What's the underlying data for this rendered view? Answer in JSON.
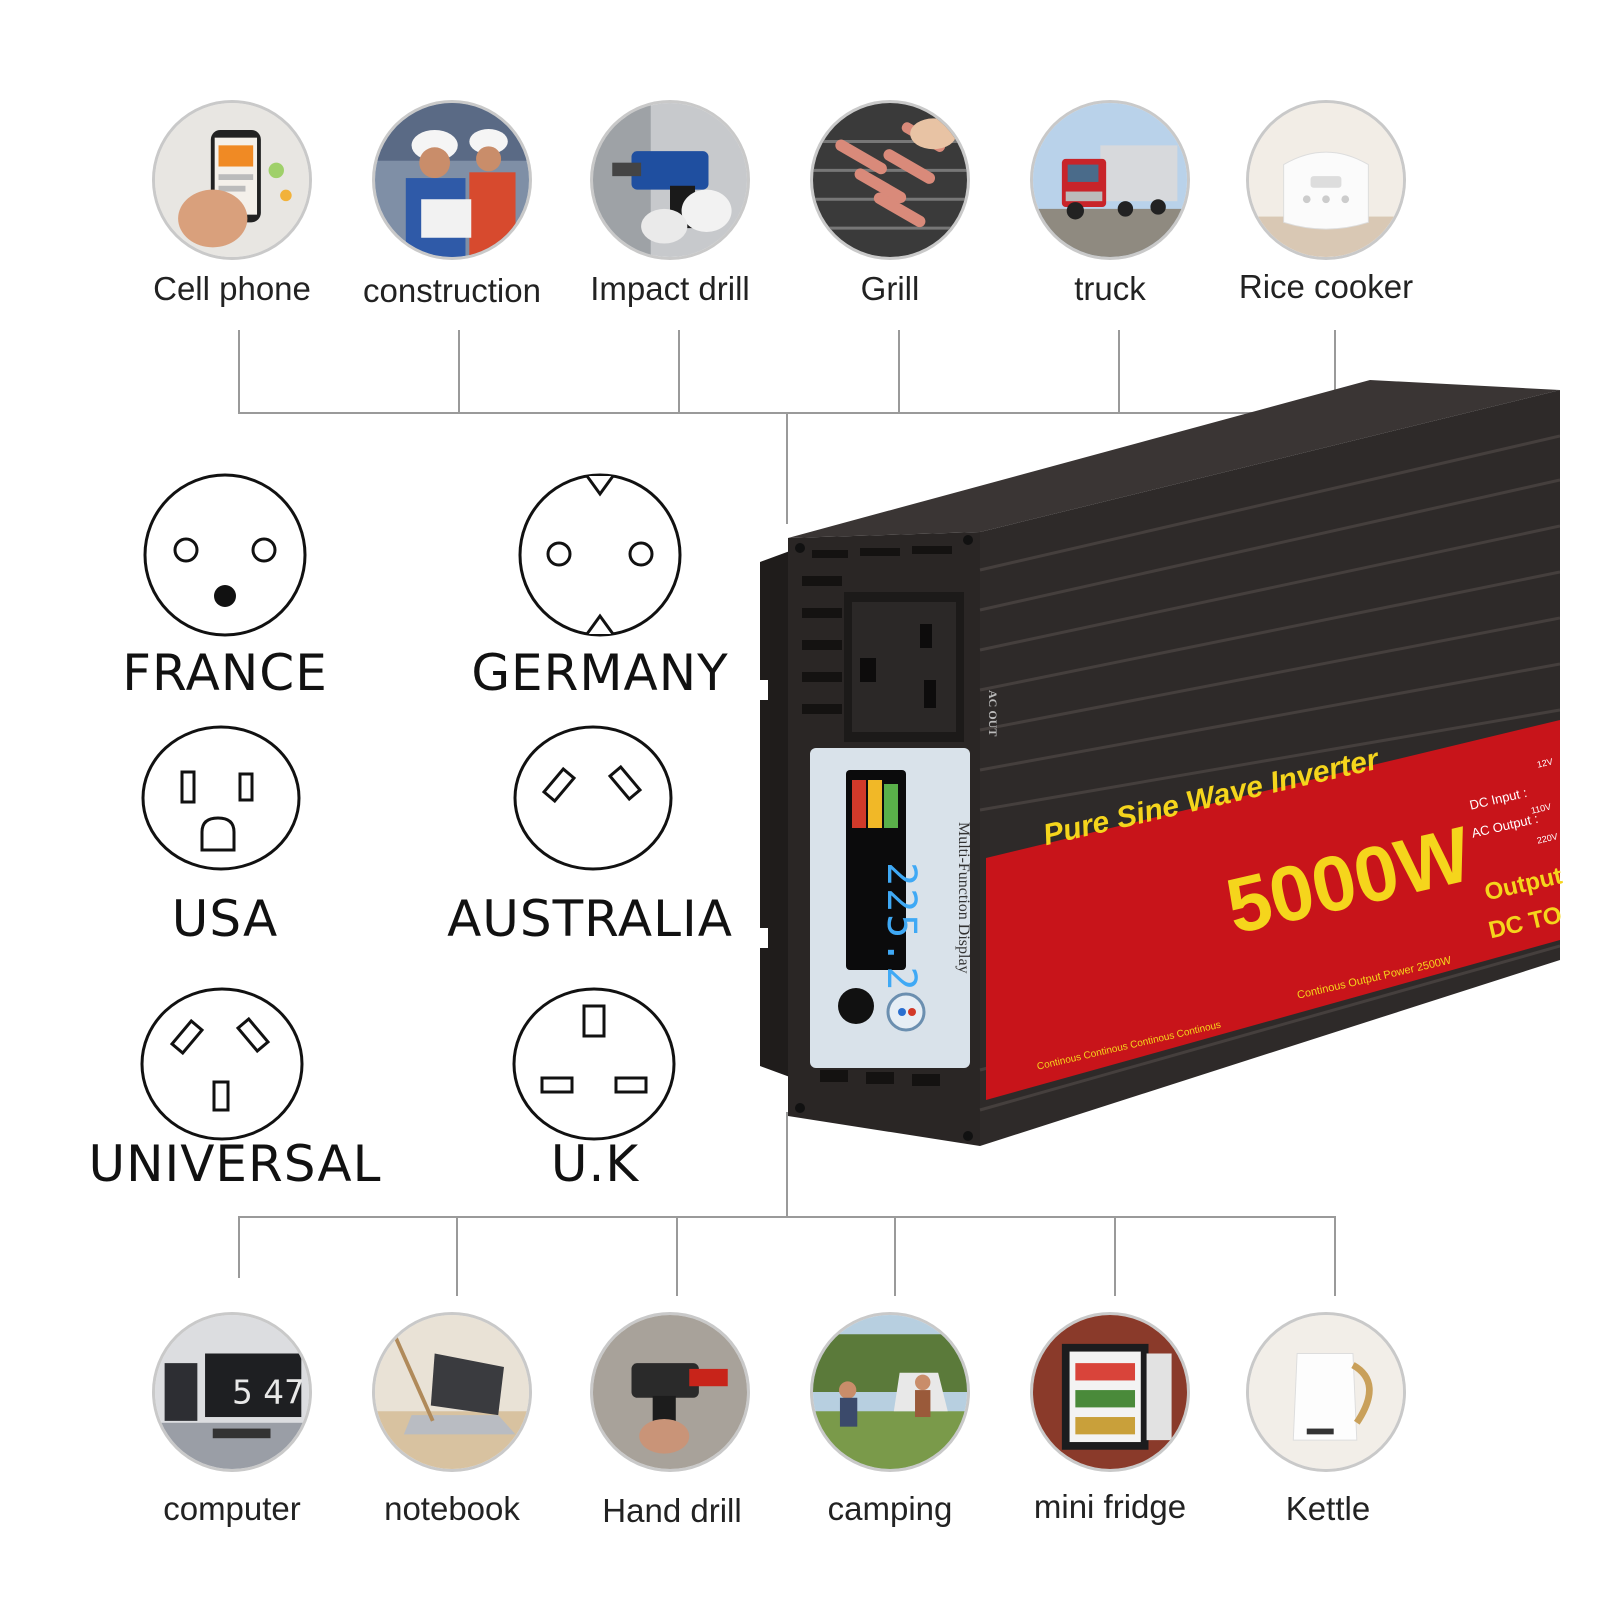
{
  "top_uses": [
    {
      "label": "Cell phone",
      "icon": "cell-phone-photo"
    },
    {
      "label": "construction",
      "icon": "construction-photo"
    },
    {
      "label": "Impact drill",
      "icon": "impact-drill-photo"
    },
    {
      "label": "Grill",
      "icon": "grill-photo"
    },
    {
      "label": "truck",
      "icon": "truck-photo"
    },
    {
      "label": "Rice cooker",
      "icon": "rice-cooker-photo"
    }
  ],
  "bottom_uses": [
    {
      "label": "computer",
      "icon": "computer-photo",
      "clock": "5 47"
    },
    {
      "label": "notebook",
      "icon": "notebook-photo"
    },
    {
      "label": "Hand drill",
      "icon": "hand-drill-photo"
    },
    {
      "label": "camping",
      "icon": "camping-photo"
    },
    {
      "label": "mini fridge",
      "icon": "mini-fridge-photo"
    },
    {
      "label": "Kettle",
      "icon": "kettle-photo"
    }
  ],
  "sockets": [
    {
      "label": "FRANCE",
      "icon": "france-socket-icon"
    },
    {
      "label": "GERMANY",
      "icon": "germany-socket-icon"
    },
    {
      "label": "USA",
      "icon": "usa-socket-icon"
    },
    {
      "label": "AUSTRALIA",
      "icon": "australia-socket-icon"
    },
    {
      "label": "UNIVERSAL",
      "icon": "universal-socket-icon"
    },
    {
      "label": "U.K",
      "icon": "uk-socket-icon"
    }
  ],
  "inverter": {
    "title": "Pure Sine Wave Inverter",
    "power": "5000W",
    "display_title": "Multi-Function Display",
    "display_value": "225.2",
    "ac_out": "AC OUT",
    "dc_input": "DC Input :",
    "ac_output": "AC Output :",
    "output_label": "Output",
    "dc_to": "DC TO",
    "continuous_power": "Continous Output Power",
    "continuous_power_value": "2500W",
    "voltage_tab": "12V",
    "ac_output_value": "110V",
    "ac_output_value_2": "220V",
    "footer_text": "Continous Continous Continous Continous"
  },
  "colors": {
    "brand_red": "#c8141a",
    "brand_yellow": "#f5d51c",
    "case_black": "#2b2726",
    "line_gray": "#9a9a9a"
  }
}
